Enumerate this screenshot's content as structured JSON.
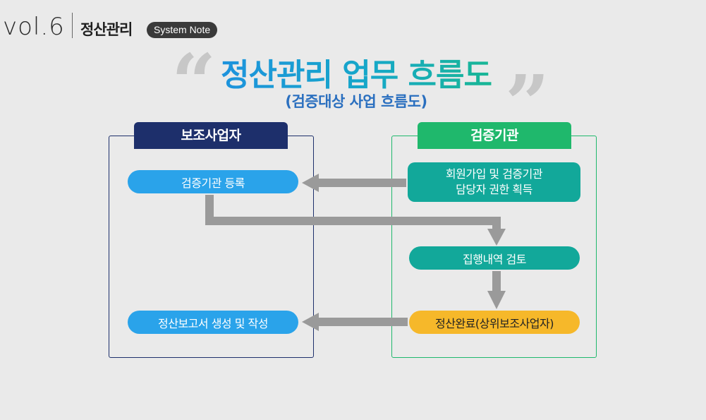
{
  "header": {
    "vol": "vol.6",
    "series_title": "정산관리",
    "badge": "System Note"
  },
  "title": {
    "main": "정산관리 업무 흐름도",
    "sub": "(검증대상 사업 흐름도)"
  },
  "lanes": {
    "left": {
      "label": "보조사업자",
      "steps": [
        "검증기관 등록",
        "정산보고서 생성 및 작성"
      ]
    },
    "right": {
      "label": "검증기관",
      "steps": [
        "회원가입 및 검증기관",
        "담당자 권한 획득",
        "집행내역 검토",
        "정산완료(상위보조사업자)"
      ]
    }
  },
  "colors": {
    "left_lane": "#1d2f6b",
    "right_lane": "#1fb86c",
    "step_blue": "#2aa3ea",
    "step_teal": "#12a89a",
    "step_yellow": "#f6b82a",
    "arrow": "#9a9a9a"
  }
}
